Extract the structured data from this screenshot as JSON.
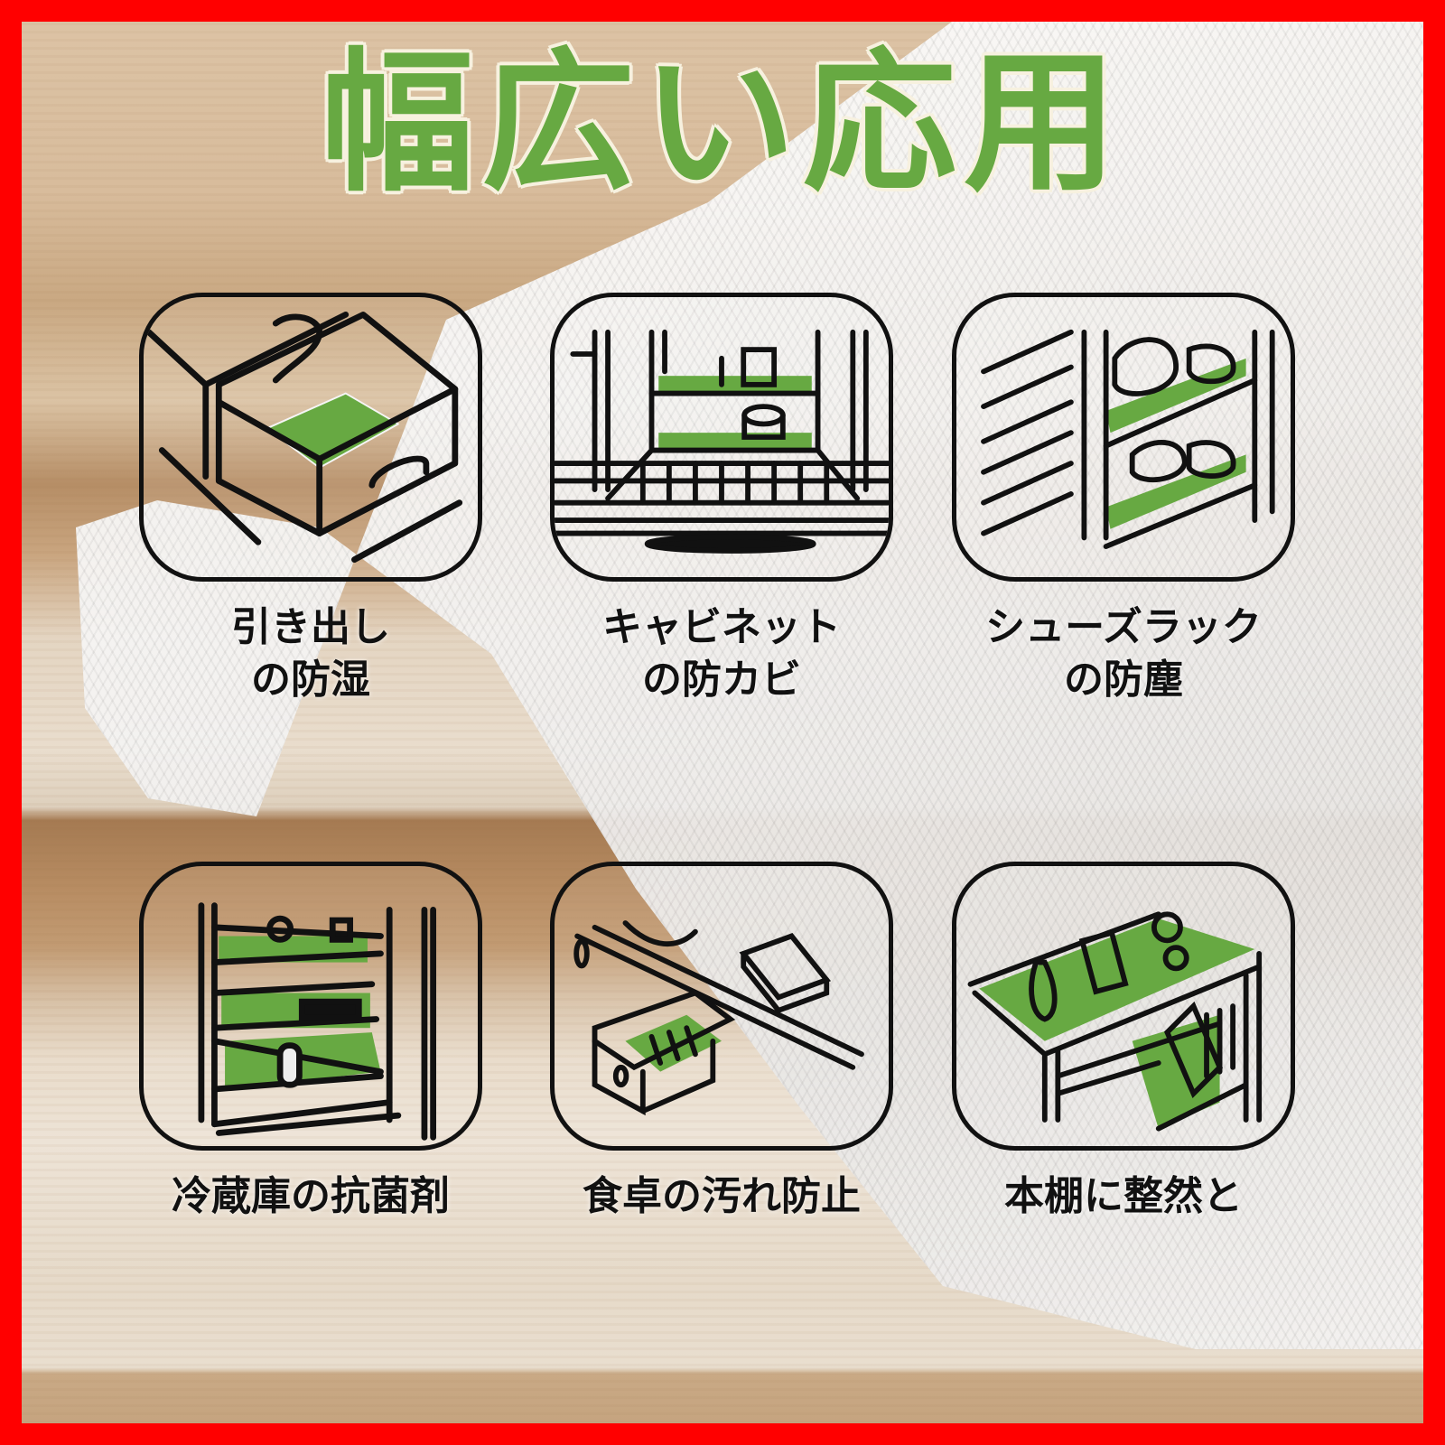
{
  "title": "幅広い応用",
  "colors": {
    "border": "#ff0000",
    "accent_green": "#67a942",
    "outline": "#111111",
    "title_outline": "#f7f1df"
  },
  "cards": [
    {
      "line1": "引き出し",
      "line2": "の防湿",
      "icon": "drawer-icon"
    },
    {
      "line1": "キャビネット",
      "line2": "の防カビ",
      "icon": "cabinet-icon"
    },
    {
      "line1": "シューズラック",
      "line2": "の防塵",
      "icon": "shoe-rack-icon"
    },
    {
      "line1": "冷蔵庫の抗菌剤",
      "line2": "",
      "icon": "refrigerator-icon"
    },
    {
      "line1": "食卓の汚れ防止",
      "line2": "",
      "icon": "table-drawer-icon"
    },
    {
      "line1": "本棚に整然と",
      "line2": "",
      "icon": "bookshelf-icon"
    }
  ]
}
